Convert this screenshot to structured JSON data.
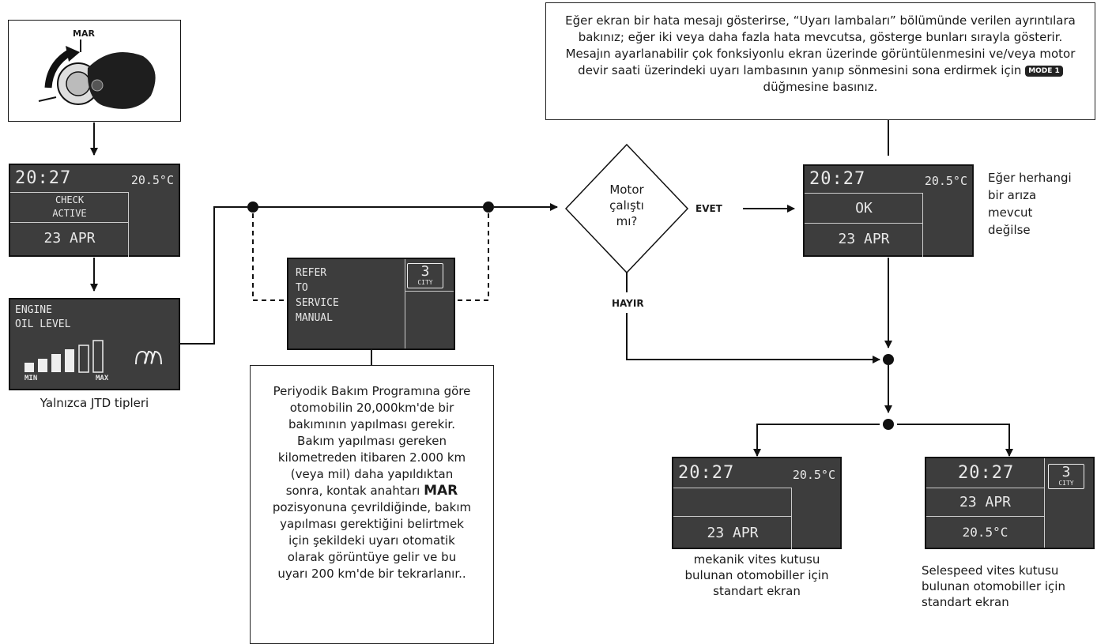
{
  "key_panel": {
    "label": "MAR"
  },
  "screen1": {
    "time": "20:27",
    "temp": "20.5°C",
    "line1": "CHECK",
    "line2": "ACTIVE",
    "date": "23 APR"
  },
  "screen2": {
    "line1": "ENGINE",
    "line2": "OIL LEVEL",
    "min": "MIN",
    "max": "MAX"
  },
  "caption_jtd": "Yalnızca JTD tipleri",
  "screen_service": {
    "line1": "REFER",
    "line2": "TO",
    "line3": "SERVICE",
    "line4": "MANUAL",
    "gear": "3",
    "mode": "CITY"
  },
  "service_text": "Periyodik Bakım Programına göre otomobilin 20,000km'de bir bakımının yapılması gerekir. Bakım yapılması gereken kilometreden itibaren 2.000 km (veya mil) daha yapıldıktan sonra, kontak anahtarı",
  "service_text_bold": "MAR",
  "service_text_end": "pozisyonuna çevrildiğinde, bakım yapılması gerektiğini belirtmek için şekildeki uyarı otomatik olarak görüntüye gelir ve bu uyarı 200 km'de bir tekrarlanır..",
  "decision": {
    "line1": "Motor",
    "line2": "çalıştı",
    "line3": "mı?",
    "yes": "EVET",
    "no": "HAYIR"
  },
  "error_text_a": "Eğer ekran bir hata mesajı gösterirse, “Uyarı lambaları” bölümünde verilen ayrıntılara bakınız; eğer iki veya daha fazla hata mevcutsa, gösterge bunları sırayla gösterir. Mesajın ayarlanabilir çok fonksiyonlu ekran üzerinde görüntülenmesini ve/veya motor devir saati üzerindeki uyarı lambasının yanıp sönmesini sona erdirmek için",
  "error_key": "MODE 1",
  "error_text_b": "düğmesine basınız.",
  "screen_ok": {
    "time": "20:27",
    "temp": "20.5°C",
    "status": "OK",
    "date": "23 APR"
  },
  "no_fault_text": [
    "Eğer herhangi",
    "bir arıza",
    "mevcut",
    "değilse"
  ],
  "screen_manual": {
    "time": "20:27",
    "temp": "20.5°C",
    "date": "23 APR"
  },
  "caption_manual": [
    "mekanik vites kutusu",
    "bulunan otomobiller için",
    "standart ekran"
  ],
  "screen_selespeed": {
    "time": "20:27",
    "date": "23 APR",
    "temp": "20.5°C",
    "gear": "3",
    "mode": "CITY"
  },
  "caption_selespeed": [
    "Selespeed vites kutusu",
    "bulunan otomobiller için",
    "standart ekran"
  ]
}
